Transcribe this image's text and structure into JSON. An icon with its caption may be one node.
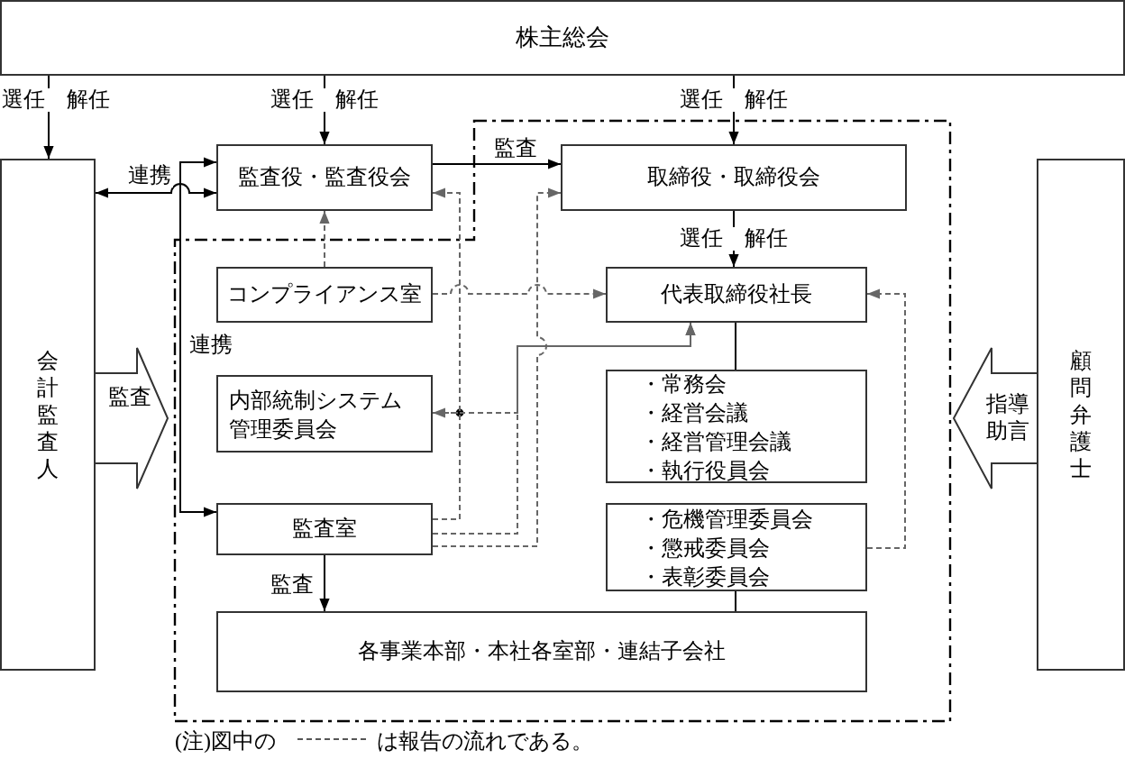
{
  "diagram": {
    "nodes": [
      {
        "text": [
          "株主総会"
        ]
      },
      {
        "text": [
          "会計監査人"
        ]
      },
      {
        "text": [
          "監査役・監査役会"
        ]
      },
      {
        "text": [
          "取締役・取締役会"
        ]
      },
      {
        "text": [
          "顧問弁護士"
        ]
      },
      {
        "text": [
          "コンプライアンス室"
        ]
      },
      {
        "text": [
          "代表取締役社長"
        ]
      },
      {
        "text": [
          "内部統制システム管理委員会"
        ]
      },
      {
        "text": [
          "監査室"
        ]
      },
      {
        "text": [
          "・常務会",
          "・経営会議",
          "・経営管理会議",
          "・執行役員会"
        ]
      },
      {
        "text": [
          "・危機管理委員会",
          "・懲戒委員会",
          "・表彰委員会"
        ]
      },
      {
        "text": [
          "各事業本部・本社各室部・連結子会社"
        ]
      }
    ],
    "edges": [
      {
        "from": 0,
        "to": 1,
        "arrow": "to",
        "label": "選任 解任"
      },
      {
        "from": 0,
        "to": 2,
        "arrow": "to",
        "label": "選任 解任"
      },
      {
        "from": 0,
        "to": 3,
        "arrow": "to",
        "label": "選任 解任"
      },
      {
        "from": 1,
        "to": 2,
        "arrow": "both",
        "label": "連携"
      },
      {
        "from": 2,
        "to": 3,
        "arrow": "to",
        "label": "監査"
      },
      {
        "from": 8,
        "to": 2,
        "arrow": "both",
        "label": "連携"
      },
      {
        "from": 3,
        "to": 6,
        "arrow": "to",
        "label": "選任 解任"
      },
      {
        "from": 5,
        "to": 2,
        "arrow": "to",
        "style": "dashed",
        "color": "#666666"
      },
      {
        "from": 5,
        "to": 6,
        "arrow": "to",
        "style": "dashed",
        "color": "#666666"
      },
      {
        "from": 8,
        "to": 2,
        "arrow": "to",
        "style": "dashed",
        "color": "#666666"
      },
      {
        "from": 8,
        "to": 6,
        "arrow": "to",
        "style": "dashed",
        "color": "#666666"
      },
      {
        "from": 8,
        "to": 3,
        "arrow": "to",
        "style": "dashed",
        "color": "#666666"
      },
      {
        "from": 8,
        "to": 7,
        "arrow": "to",
        "style": "dashed",
        "color": "#666666"
      },
      {
        "from": 7,
        "to": 6,
        "arrow": "to",
        "style": "dashed",
        "color": "#666666"
      },
      {
        "from": 10,
        "to": 6,
        "arrow": "to",
        "style": "dashed",
        "color": "#666666"
      },
      {
        "from": 6,
        "to": 9,
        "arrow": "none"
      },
      {
        "from": 10,
        "to": 11,
        "arrow": "none"
      },
      {
        "from": 8,
        "to": 11,
        "arrow": "to",
        "label": "監査"
      },
      {
        "from": 1,
        "to": null,
        "arrow": "to",
        "label": "監査"
      },
      {
        "from": 4,
        "to": null,
        "arrow": "to",
        "label": "指導助言"
      }
    ],
    "labels": [
      "(注)図中の",
      "は報告の流れである。"
    ]
  }
}
